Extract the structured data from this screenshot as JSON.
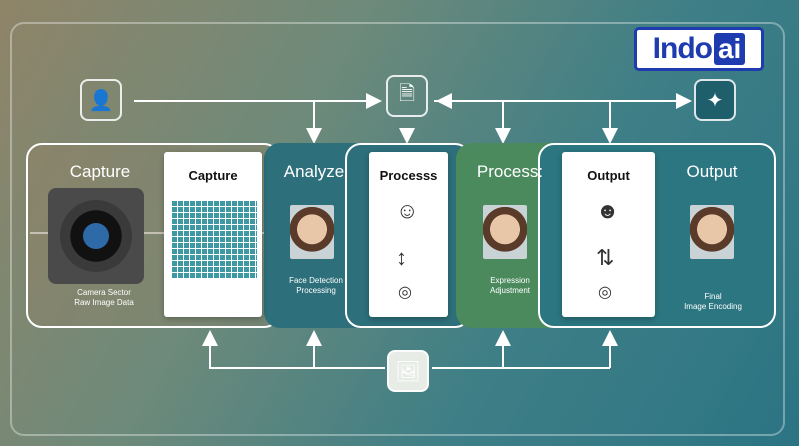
{
  "logo": {
    "part1": "Indo",
    "part2": "ai"
  },
  "stages": {
    "capture": {
      "title": "Capture",
      "caption_line1": "Camera Sector",
      "caption_line2": "Raw Image Data"
    },
    "capture_card": {
      "title": "Capture"
    },
    "analyze": {
      "title": "Analyze",
      "caption_line1": "Face Detection",
      "caption_line2": "Processing"
    },
    "process_card": {
      "title": "Processs"
    },
    "process": {
      "title": "Process:",
      "caption_line1": "Expression",
      "caption_line2": "Adjustment"
    },
    "output_card": {
      "title": "Output"
    },
    "output": {
      "title": "Output",
      "caption_line1": "Final",
      "caption_line2": "Image Encoding"
    }
  },
  "icons": {
    "top_left": "person-icon",
    "top_center": "document-icon",
    "top_right": "network-icon",
    "bottom_center": "image-icon"
  }
}
